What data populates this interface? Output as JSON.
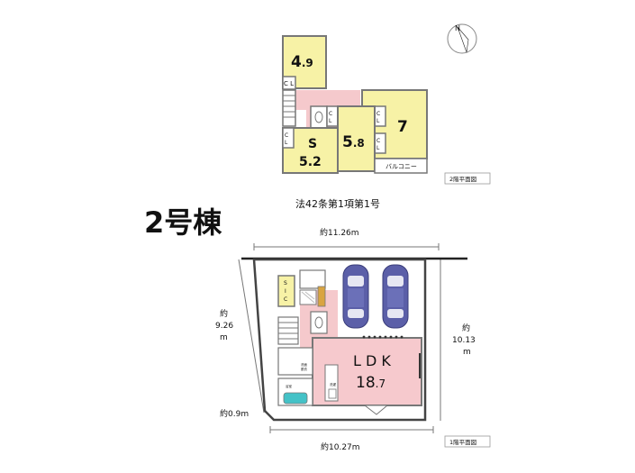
{
  "building_title": "2号棟",
  "road_note": "法42条第1項第1号",
  "floor2": {
    "plan_label": "2階平面図",
    "rooms": [
      {
        "id": "room-4-9",
        "main": "4",
        "frac": ".9"
      },
      {
        "id": "room-7",
        "main": "7",
        "frac": ""
      },
      {
        "id": "room-5-8",
        "main": "5",
        "frac": ".8"
      },
      {
        "id": "room-s-5-2",
        "prefix": "S",
        "main": "5.2",
        "frac": ""
      }
    ],
    "closet_label": "C\nL",
    "balcony_label": "バルコニー"
  },
  "floor1": {
    "plan_label": "1階平面図",
    "ldk_label": "L D K",
    "ldk_main": "18",
    "ldk_frac": ".7",
    "sic_label": "S\nI\nC",
    "small_labels": [
      "洗面",
      "脱衣",
      "洗濯",
      "浴室"
    ]
  },
  "dimensions": {
    "top": "約11.26m",
    "bottom": "約10.27m",
    "left_a": "約",
    "left_b": "9.26",
    "left_c": "m",
    "right_a": "約",
    "right_b": "10.13",
    "right_c": "m",
    "corner": "約0.9m"
  },
  "compass": {
    "letter": "N"
  },
  "colors": {
    "room_yellow": "#f7f2a6",
    "hall_pink": "#f5c9cc",
    "ldk_pink": "#f6c9cd",
    "car_purple": "#5b5fa8",
    "wall": "#777777"
  }
}
